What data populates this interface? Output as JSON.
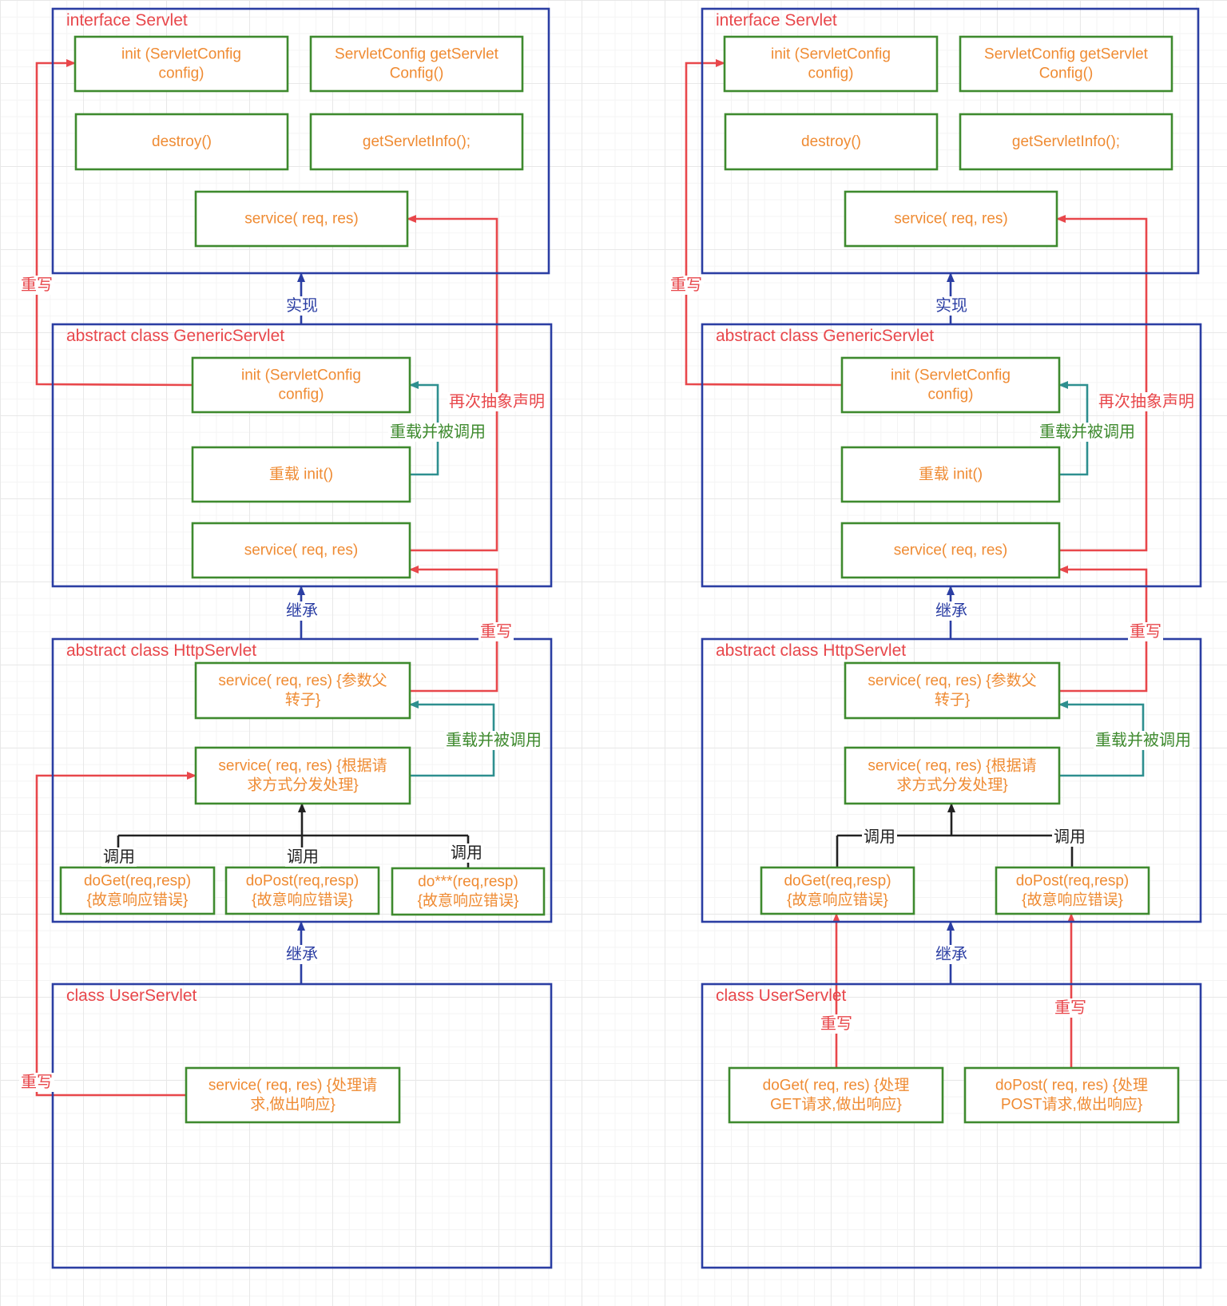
{
  "colors": {
    "frame": "#2b3ea3",
    "method_border": "#3e8a2e",
    "frame_title": "#e8474b",
    "method_text": "#ef8b33",
    "override": "#e8474b",
    "overload": "#2e8f8f",
    "inherit": "#2b3ea3",
    "call": "#222222"
  },
  "labels": {
    "override": "重写",
    "implement": "实现",
    "inherit": "继承",
    "redeclare": "再次抽象声明",
    "overload_called": "重载并被调用",
    "call": "调用"
  },
  "frames": {
    "servlet": "interface Servlet",
    "generic": "abstract class GenericServlet",
    "http": "abstract class HttpServlet",
    "user": "class UserServlet"
  },
  "methods": {
    "init": [
      "init (ServletConfig",
      "config)"
    ],
    "getconfig": [
      "ServletConfig getServlet",
      "Config()"
    ],
    "destroy": [
      "destroy()"
    ],
    "getinfo": [
      "getServletInfo();"
    ],
    "service": [
      "service( req,  res)"
    ],
    "init_overload": [
      "重载 init()"
    ],
    "http_service_cast": [
      "service( req,  res) {参数父",
      "转子}"
    ],
    "http_service_dispatch": [
      "service( req,  res) {根据请",
      "求方式分发处理}"
    ],
    "doget": [
      "doGet(req,resp)",
      "{故意响应错误}"
    ],
    "dopost": [
      "doPost(req,resp)",
      "{故意响应错误}"
    ],
    "doxxx": [
      "do***(req,resp)",
      "{故意响应错误}"
    ],
    "user_service": [
      "service( req,  res) {处理请",
      "求,做出响应}"
    ],
    "user_doget": [
      "doGet( req,  res) {处理",
      "GET请求,做出响应}"
    ],
    "user_dopost": [
      "doPost( req,  res) {处理",
      "POST请求,做出响应}"
    ]
  }
}
